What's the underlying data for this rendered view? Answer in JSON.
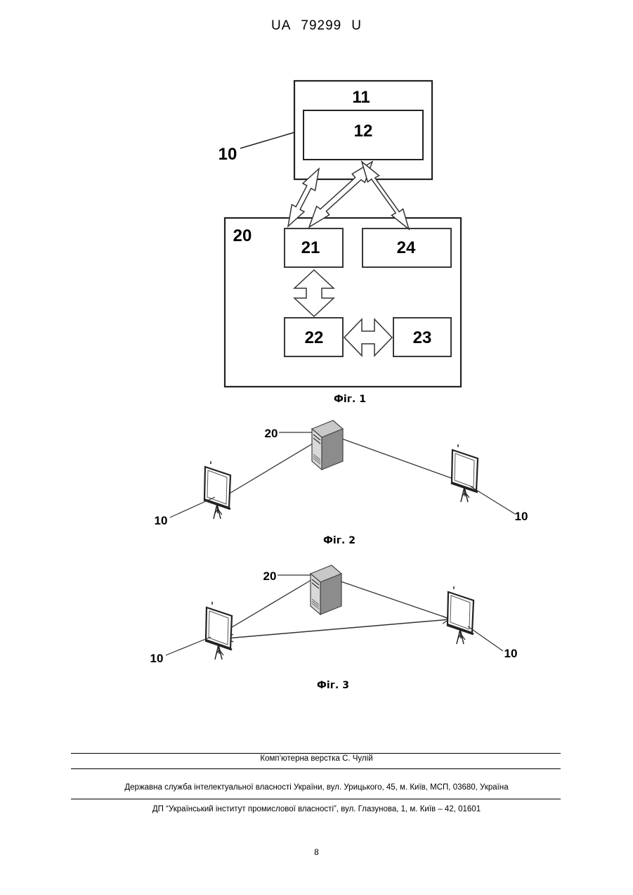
{
  "header": {
    "country": "UA",
    "number": "79299",
    "kind": "U"
  },
  "fig1": {
    "caption": "Фіг. 1",
    "labels": {
      "terminal_ref": "10",
      "terminal_box": "11",
      "terminal_inner": "12",
      "server_box": "20",
      "module_a": "21",
      "module_b": "22",
      "module_c": "23",
      "module_d": "24"
    }
  },
  "fig2": {
    "caption": "Фіг. 2",
    "server_label": "20",
    "left_label": "10",
    "right_label": "10"
  },
  "fig3": {
    "caption": "Фіг. 3",
    "server_label": "20",
    "left_label": "10",
    "right_label": "10"
  },
  "footer": {
    "layout_credit": "Комп’ютерна верстка С. Чулій",
    "agency": "Державна служба інтелектуальної власності України, вул. Урицького, 45, м. Київ, МСП, 03680, Україна",
    "institute": "ДП “Український інститут промислової власності”, вул. Глазунова, 1, м. Київ – 42, 01601"
  },
  "page_number": "8"
}
